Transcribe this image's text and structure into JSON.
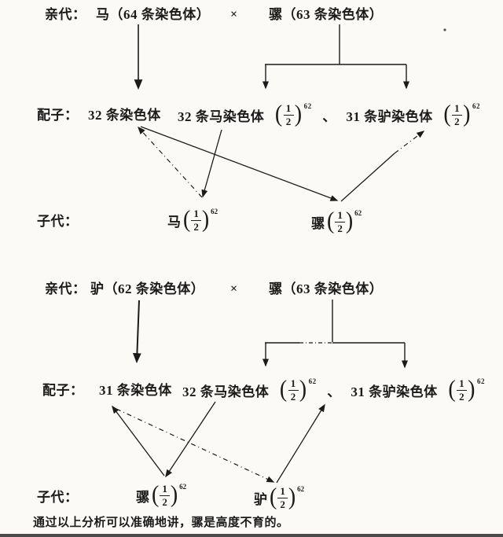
{
  "colors": {
    "ink": "#1b1b1b",
    "paper": "#fbfaf7"
  },
  "frac": {
    "lparen": "(",
    "rparen": ")",
    "num": "1",
    "den": "2",
    "exp": "62"
  },
  "cross1": {
    "parent_row_label": "亲代：",
    "parent_left": "马（64 条染色体）",
    "cross_symbol": "×",
    "parent_right": "骡（63 条染色体）",
    "gamete_row_label": "配子：",
    "gamete_from_left_parent": "32 条染色体",
    "gamete_mule_horse": "32 条马染色体",
    "list_separator": "、",
    "gamete_mule_donkey": "31 条驴染色体",
    "offspring_row_label": "子代：",
    "offspring_left": "马",
    "offspring_right": "骡"
  },
  "cross2": {
    "parent_row_label": "亲代：",
    "parent_left": "驴（62 条染色体）",
    "cross_symbol": "×",
    "parent_right": "骡（63 条染色体）",
    "gamete_row_label": "配子：",
    "gamete_from_left_parent": "31 条染色体",
    "gamete_mule_horse": "32 条马染色体",
    "list_separator": "、",
    "gamete_mule_donkey": "31 条驴染色体",
    "offspring_row_label": "子代：",
    "offspring_left": "骡",
    "offspring_right": "驴"
  },
  "conclusion": "通过以上分析可以准确地讲，骡是高度不育的。"
}
